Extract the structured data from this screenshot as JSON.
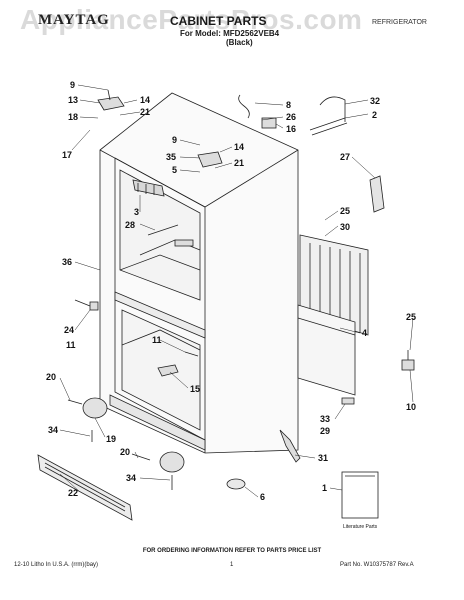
{
  "watermark": "AppliancePartsPros.com",
  "header": {
    "brand": "MAYTAG",
    "title": "CABINET PARTS",
    "appliance_type": "REFRIGERATOR",
    "model": "For Model: MFD2562VEB4",
    "color": "(Black)"
  },
  "callouts": {
    "n9a": "9",
    "n13": "13",
    "n14a": "14",
    "n18": "18",
    "n21a": "21",
    "n17": "17",
    "n8": "8",
    "n26": "26",
    "n16": "16",
    "n32": "32",
    "n2": "2",
    "n9b": "9",
    "n14b": "14",
    "n35": "35",
    "n5": "5",
    "n21b": "21",
    "n27": "27",
    "n3": "3",
    "n28": "28",
    "n25a": "25",
    "n30": "30",
    "n36": "36",
    "n24": "24",
    "n11a": "11",
    "n4": "4",
    "n11b": "11",
    "n15": "15",
    "n25b": "25",
    "n10": "10",
    "n20a": "20",
    "n33": "33",
    "n29": "29",
    "n34a": "34",
    "n19": "19",
    "n20b": "20",
    "n31": "31",
    "n34b": "34",
    "n22": "22",
    "n1": "1",
    "n6": "6"
  },
  "literature_label": "Literature Parts",
  "footer": {
    "note": "FOR ORDERING INFORMATION REFER TO PARTS PRICE LIST",
    "left": "12-10 Litho In U.S.A. (rrm)(bay)",
    "page": "1",
    "part_no": "Part No. W10375787 Rev.A"
  }
}
